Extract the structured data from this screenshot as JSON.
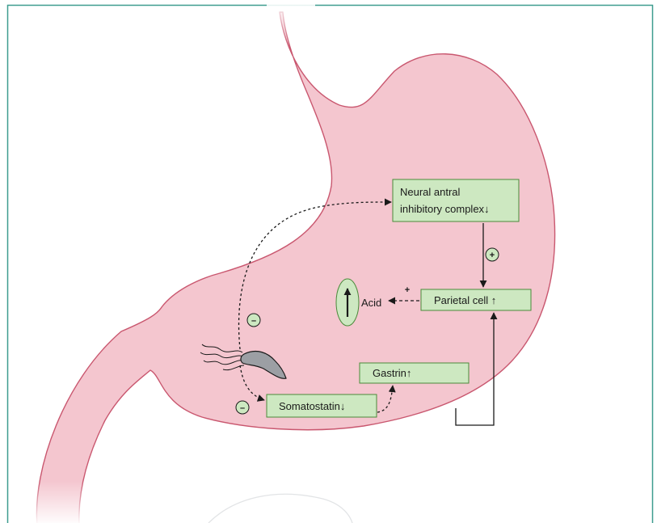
{
  "colors": {
    "stomach_fill": "#f4c6cf",
    "stomach_outline": "#c9576f",
    "box_fill": "#cde8c1",
    "box_stroke": "#4a8a3a",
    "frame_border": "#3e9d8f",
    "bacterium_body": "#9c9fa4"
  },
  "nodes": {
    "neural": {
      "line1": "Neural antral",
      "line2": "inhibitory complex↓"
    },
    "parietal": {
      "label": "Parietal cell ↑"
    },
    "gastrin": {
      "label": "Gastrin↑"
    },
    "somatostatin": {
      "label": "Somatostatin↓"
    },
    "acid": {
      "label": "Acid"
    }
  },
  "signs": {
    "neural_to_parietal": "+",
    "parietal_to_acid": "+",
    "bacterium_to_neural": "–",
    "bacterium_to_somatostatin": "–"
  }
}
